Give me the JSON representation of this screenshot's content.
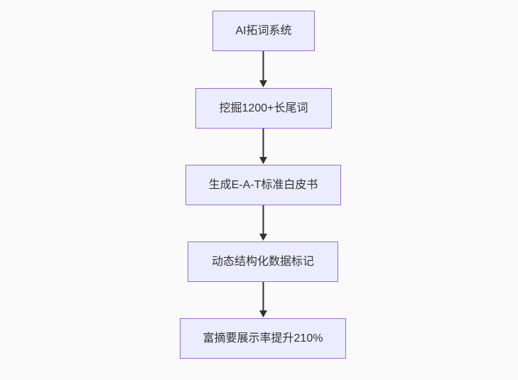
{
  "diagram": {
    "type": "flowchart-top-down",
    "nodes": [
      {
        "id": "node-1",
        "label": "AI拓词系统"
      },
      {
        "id": "node-2",
        "label": "挖掘1200+长尾词"
      },
      {
        "id": "node-3",
        "label": "生成E-A-T标准白皮书"
      },
      {
        "id": "node-4",
        "label": "动态结构化数据标记"
      },
      {
        "id": "node-5",
        "label": "富摘要展示率提升210%"
      }
    ],
    "edges": [
      {
        "from": "node-1",
        "to": "node-2",
        "style": "arrow-down"
      },
      {
        "from": "node-2",
        "to": "node-3",
        "style": "arrow-down"
      },
      {
        "from": "node-3",
        "to": "node-4",
        "style": "arrow-down"
      },
      {
        "from": "node-4",
        "to": "node-5",
        "style": "arrow-down"
      }
    ],
    "colors": {
      "node_fill": "#ECECFF",
      "node_border": "#9370DB",
      "node_text": "#333333",
      "arrow": "#333333",
      "background": "#FAFAFA"
    }
  }
}
